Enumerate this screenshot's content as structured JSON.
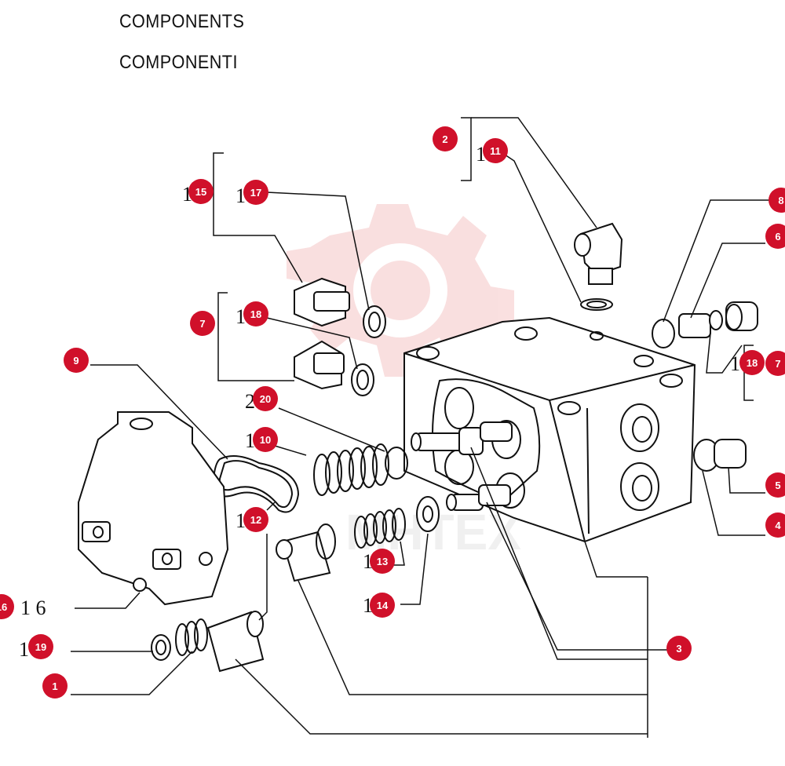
{
  "header": {
    "title_en": "COMPONENTS",
    "title_it": "COMPONENTI"
  },
  "watermark": {
    "text": "MHTEX",
    "color": "#f3c7c7"
  },
  "callout_color": "#d0102a",
  "callouts": {
    "c1": "1",
    "c2": "2",
    "c3": "3",
    "c4": "4",
    "c5": "5",
    "c6": "6",
    "c7a": "7",
    "c7b": "7",
    "c8": "8",
    "c9": "9",
    "c10": "10",
    "c11": "11",
    "c12": "12",
    "c13": "13",
    "c14": "14",
    "c15": "15",
    "c16": "16",
    "c17": "17",
    "c18a": "18",
    "c18b": "18",
    "c19": "19",
    "c20": "20"
  },
  "printed_labels": {
    "l11": "1",
    "l15": "1",
    "l17": "1",
    "l18a": "1",
    "l18b": "1",
    "l20": "2",
    "l10": "1",
    "l12": "1",
    "l13": "1",
    "l14": "1",
    "l16": "1  6",
    "l19": "1"
  }
}
